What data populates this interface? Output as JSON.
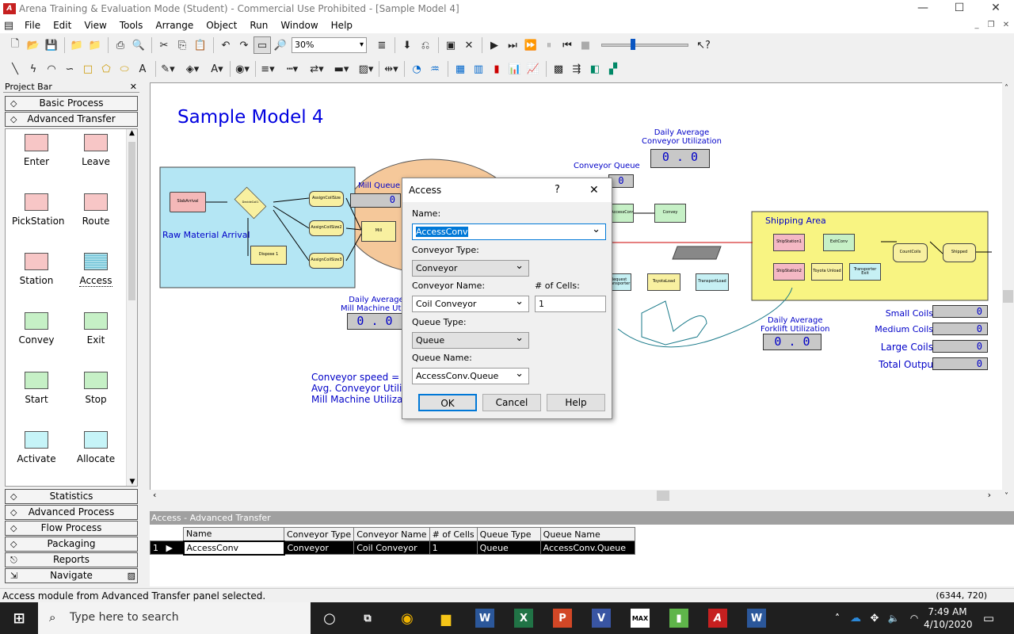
{
  "window": {
    "title": "Arena Training & Evaluation Mode (Student) - Commercial Use Prohibited - [Sample Model 4]",
    "app_icon": "A"
  },
  "menu": [
    "File",
    "Edit",
    "View",
    "Tools",
    "Arrange",
    "Object",
    "Run",
    "Window",
    "Help"
  ],
  "toolbar": {
    "zoom": "30%"
  },
  "project_bar": {
    "title": "Project Bar",
    "top_panels": [
      "Basic Process",
      "Advanced Transfer"
    ],
    "modules": [
      {
        "label": "Enter",
        "color": "#f7c6c6"
      },
      {
        "label": "Leave",
        "color": "#f7c6c6"
      },
      {
        "label": "PickStation",
        "color": "#f7c6c6"
      },
      {
        "label": "Route",
        "color": "#f7c6c6"
      },
      {
        "label": "Station",
        "color": "#f7c6c6"
      },
      {
        "label": "Access",
        "color": "#a8dde8"
      },
      {
        "label": "Convey",
        "color": "#c6f0c6"
      },
      {
        "label": "Exit",
        "color": "#c6f0c6"
      },
      {
        "label": "Start",
        "color": "#c6f0c6"
      },
      {
        "label": "Stop",
        "color": "#c6f0c6"
      },
      {
        "label": "Activate",
        "color": "#c6f4f8"
      },
      {
        "label": "Allocate",
        "color": "#c6f4f8"
      }
    ],
    "bottom_panels": [
      "Statistics",
      "Advanced Process",
      "Flow Process",
      "Packaging",
      "Reports",
      "Navigate"
    ]
  },
  "canvas": {
    "title": "Sample Model 4",
    "raw_area": "Raw Material Arrival",
    "mill_queue": "Mill Queue",
    "mill_queue_val": "0",
    "conveyor_queue": "Conveyor Queue",
    "conveyor_queue_val": "0",
    "daily_conv_util": "Daily Average\nConveyor Utilization",
    "daily_conv_val": "0 . 0",
    "daily_mill_util": "Daily Average\nMill Machine Utiliz",
    "daily_mill_val": "0 . 0",
    "daily_forklift": "Daily Average\nForklift Utilization",
    "forklift_val": "0 . 0",
    "shipping_area": "Shipping Area",
    "text_lines": [
      "Conveyor speed = 3.",
      "Avg. Conveyor Utiliz",
      "Mill Machine Utilizati"
    ],
    "counters": [
      {
        "label": "Small Coils",
        "val": "0"
      },
      {
        "label": "Medium Coils",
        "val": "0"
      },
      {
        "label": "Large Coils",
        "val": "0"
      },
      {
        "label": "Total Outpu",
        "val": "0"
      }
    ],
    "blocks": {
      "slab": "SlabArrival",
      "decide": "DecideCoil1",
      "a1": "AssignCoilSize",
      "a2": "AssignCoilSize2",
      "a3": "AssignCoilSize3",
      "mill": "Mill",
      "dispose": "Dispose 1",
      "aconv": "AccessConv",
      "convey": "Convey",
      "ship1": "ShipStation1",
      "exitconv": "ExitConv",
      "countcoils": "CountCoils",
      "shipped": "Shipped",
      "ship2": "ShipStation2",
      "toyota_unload": "Toyota Unload",
      "transport_exit": "Transporter Exit",
      "request": "Request\nTransporter",
      "toyota_load": "ToyotaLoad",
      "transport_load": "TransportLoad"
    }
  },
  "dialog": {
    "title": "Access",
    "help": "?",
    "close": "✕",
    "name_label": "Name:",
    "name_val": "AccessConv",
    "conv_type_label": "Conveyor Type:",
    "conv_type_val": "Conveyor",
    "conv_name_label": "Conveyor Name:",
    "conv_name_val": "Coil Conveyor",
    "cells_label": "# of Cells:",
    "cells_val": "1",
    "queue_type_label": "Queue Type:",
    "queue_type_val": "Queue",
    "queue_name_label": "Queue Name:",
    "queue_name_val": "AccessConv.Queue",
    "ok": "OK",
    "cancel": "Cancel",
    "help_btn": "Help"
  },
  "sheet": {
    "title": "Access - Advanced Transfer",
    "headers": [
      "Name",
      "Conveyor Type",
      "Conveyor Name",
      "# of Cells",
      "Queue Type",
      "Queue Name"
    ],
    "row": {
      "num": "1",
      "cells": [
        "AccessConv",
        "Conveyor",
        "Coil Conveyor",
        "1",
        "Queue",
        "AccessConv.Queue"
      ]
    }
  },
  "status": {
    "left": "Access module from Advanced Transfer panel selected.",
    "right": "(6344, 720)"
  },
  "taskbar": {
    "search": "Type here to search",
    "time": "7:49 AM",
    "date": "4/10/2020"
  }
}
